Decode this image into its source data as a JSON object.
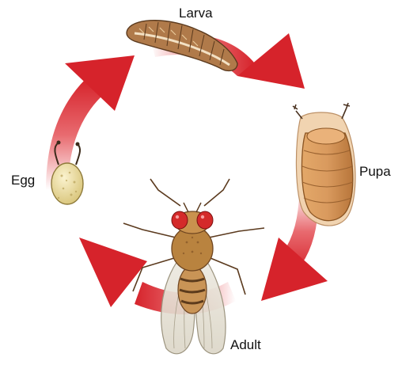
{
  "stages": [
    {
      "id": "larva",
      "label": "Larva"
    },
    {
      "id": "pupa",
      "label": "Pupa"
    },
    {
      "id": "adult",
      "label": "Adult"
    },
    {
      "id": "egg",
      "label": "Egg"
    }
  ],
  "colors": {
    "arrow": "#d6232b",
    "arrow_fade": "#ffffff",
    "larva_body": "#b07a4a",
    "pupa_body": "#d99a5e",
    "pupa_case": "#f1d2ad",
    "egg_body": "#efe0a4",
    "fly_thorax": "#b9833f",
    "fly_eye": "#d42a2a",
    "wing": "#e9e6de"
  }
}
